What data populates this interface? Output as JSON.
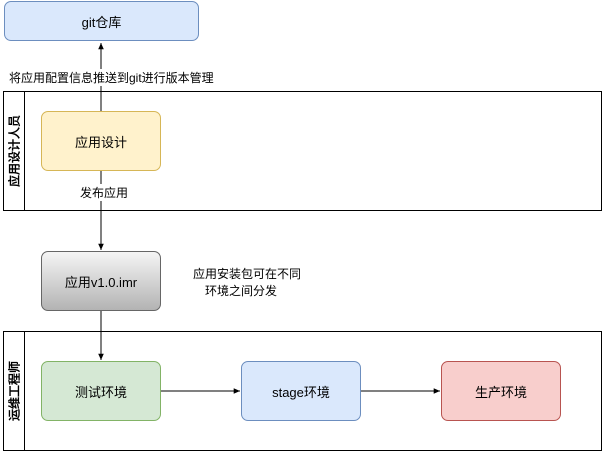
{
  "nodes": {
    "git_repo": "git仓库",
    "app_design": "应用设计",
    "app_package": "应用v1.0.imr",
    "test_env": "测试环境",
    "stage_env": "stage环境",
    "prod_env": "生产环境"
  },
  "lanes": {
    "designer": "应用设计人员",
    "ops": "运维工程师"
  },
  "edge_labels": {
    "push_to_git": "将应用配置信息推送到git进行版本管理",
    "publish": "发布应用",
    "note_line1": "应用安装包可在不同",
    "note_line2": "环境之间分发"
  },
  "colors": {
    "git_fill": "#dae8fc",
    "git_stroke": "#6c8ebf",
    "design_fill": "#fff2cc",
    "design_stroke": "#d6b656",
    "package_stroke": "#666666",
    "test_fill": "#d5e8d4",
    "test_stroke": "#82b366",
    "stage_fill": "#dae8fc",
    "stage_stroke": "#6c8ebf",
    "prod_fill": "#f8cecc",
    "prod_stroke": "#b85450"
  }
}
